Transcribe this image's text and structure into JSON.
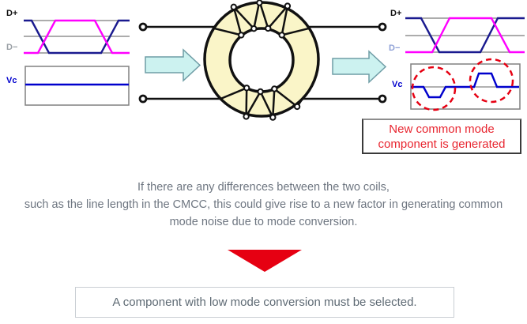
{
  "figure": {
    "input_waveform": {
      "d_plus_label": "D+",
      "d_minus_label": "D−",
      "vc_label": "Vc"
    },
    "output_waveform": {
      "d_plus_label": "D+",
      "d_minus_label": "D−",
      "vc_label": "Vc"
    },
    "callout": {
      "line1": "New common mode",
      "line2": "component is generated"
    }
  },
  "caption_text": "If there are any differences between the two coils,\nsuch as the line length in the CMCC, this could give rise to a new factor in generating common\nmode noise due to mode conversion.",
  "conclusion_text": "A component with low mode conversion must be selected.",
  "colors": {
    "magenta_trace": "#ff00ff",
    "navy_trace": "#1a1a8f",
    "vc_trace": "#0000cd",
    "alert_red": "#e60012",
    "core_fill": "#faf5c8",
    "flow_arrow_fill": "#ccf2f0"
  }
}
